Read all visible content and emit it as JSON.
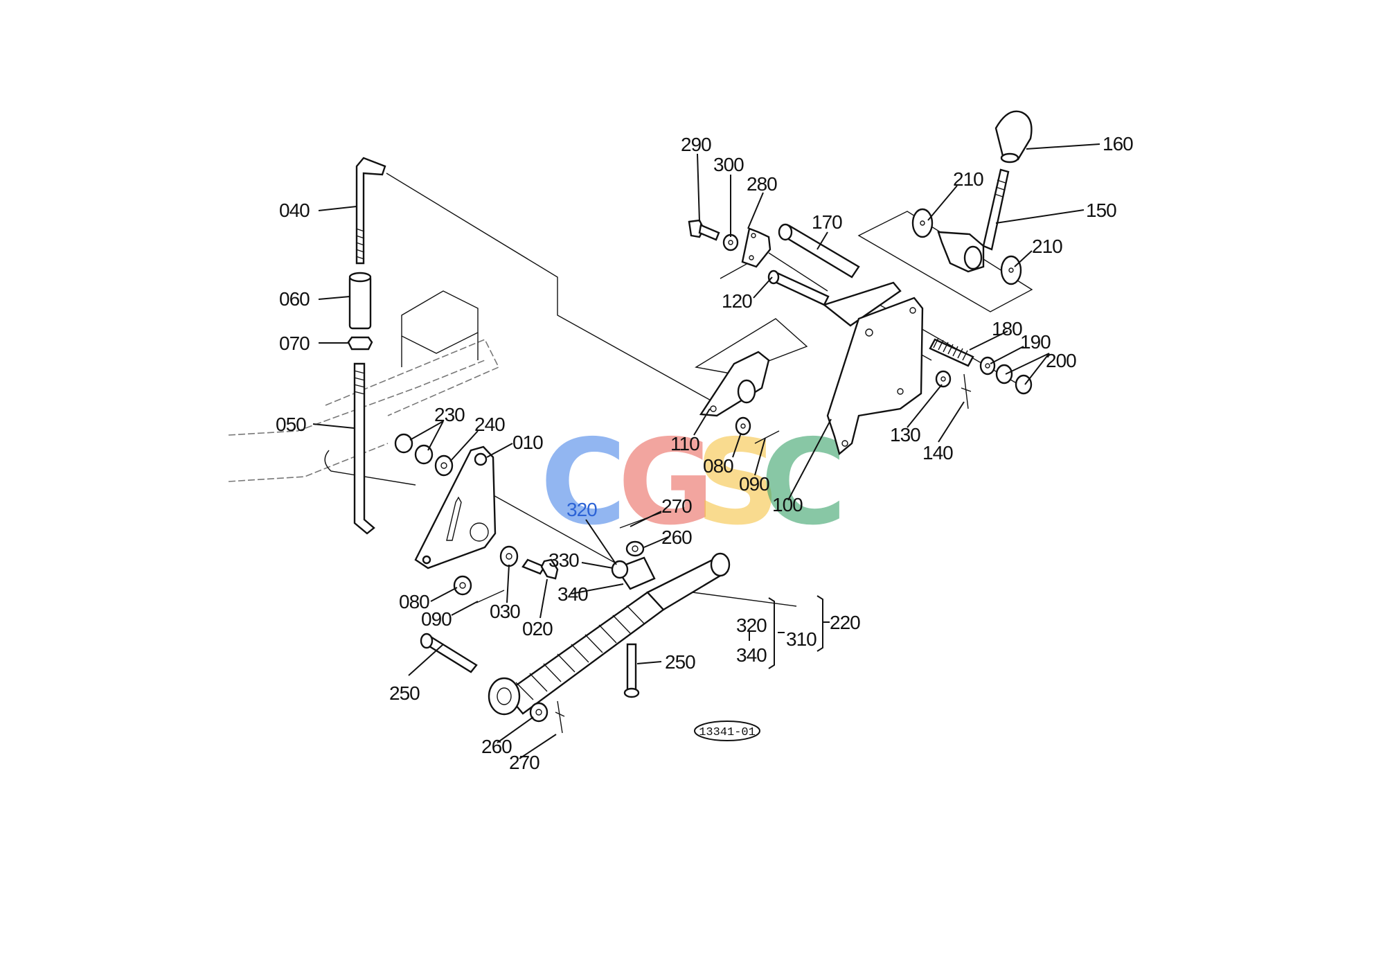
{
  "callouts": {
    "p040": "040",
    "p060": "060",
    "p070": "070",
    "p050": "050",
    "p230": "230",
    "p240": "240",
    "p010": "010",
    "p080a": "080",
    "p090a": "090",
    "p030": "030",
    "p020": "020",
    "p250a": "250",
    "p260a": "260",
    "p270a": "270",
    "p250b": "250",
    "p320a": "320",
    "p270b": "270",
    "p260b": "260",
    "p330": "330",
    "p340a": "340",
    "p320b": "320",
    "p340b": "340",
    "p310": "310",
    "p220": "220",
    "p290": "290",
    "p300": "300",
    "p280": "280",
    "p170": "170",
    "p120": "120",
    "p110": "110",
    "p080b": "080",
    "p090b": "090",
    "p100": "100",
    "p130": "130",
    "p140": "140",
    "p180": "180",
    "p190": "190",
    "p200": "200",
    "p210a": "210",
    "p210b": "210",
    "p150": "150",
    "p160": "160"
  },
  "drawing_ref": "13341-01",
  "watermark": {
    "letters": [
      "C",
      "G",
      "S",
      "C"
    ],
    "colors": [
      "#4a86e8",
      "#ea6a60",
      "#f6c445",
      "#3aa36b"
    ]
  }
}
